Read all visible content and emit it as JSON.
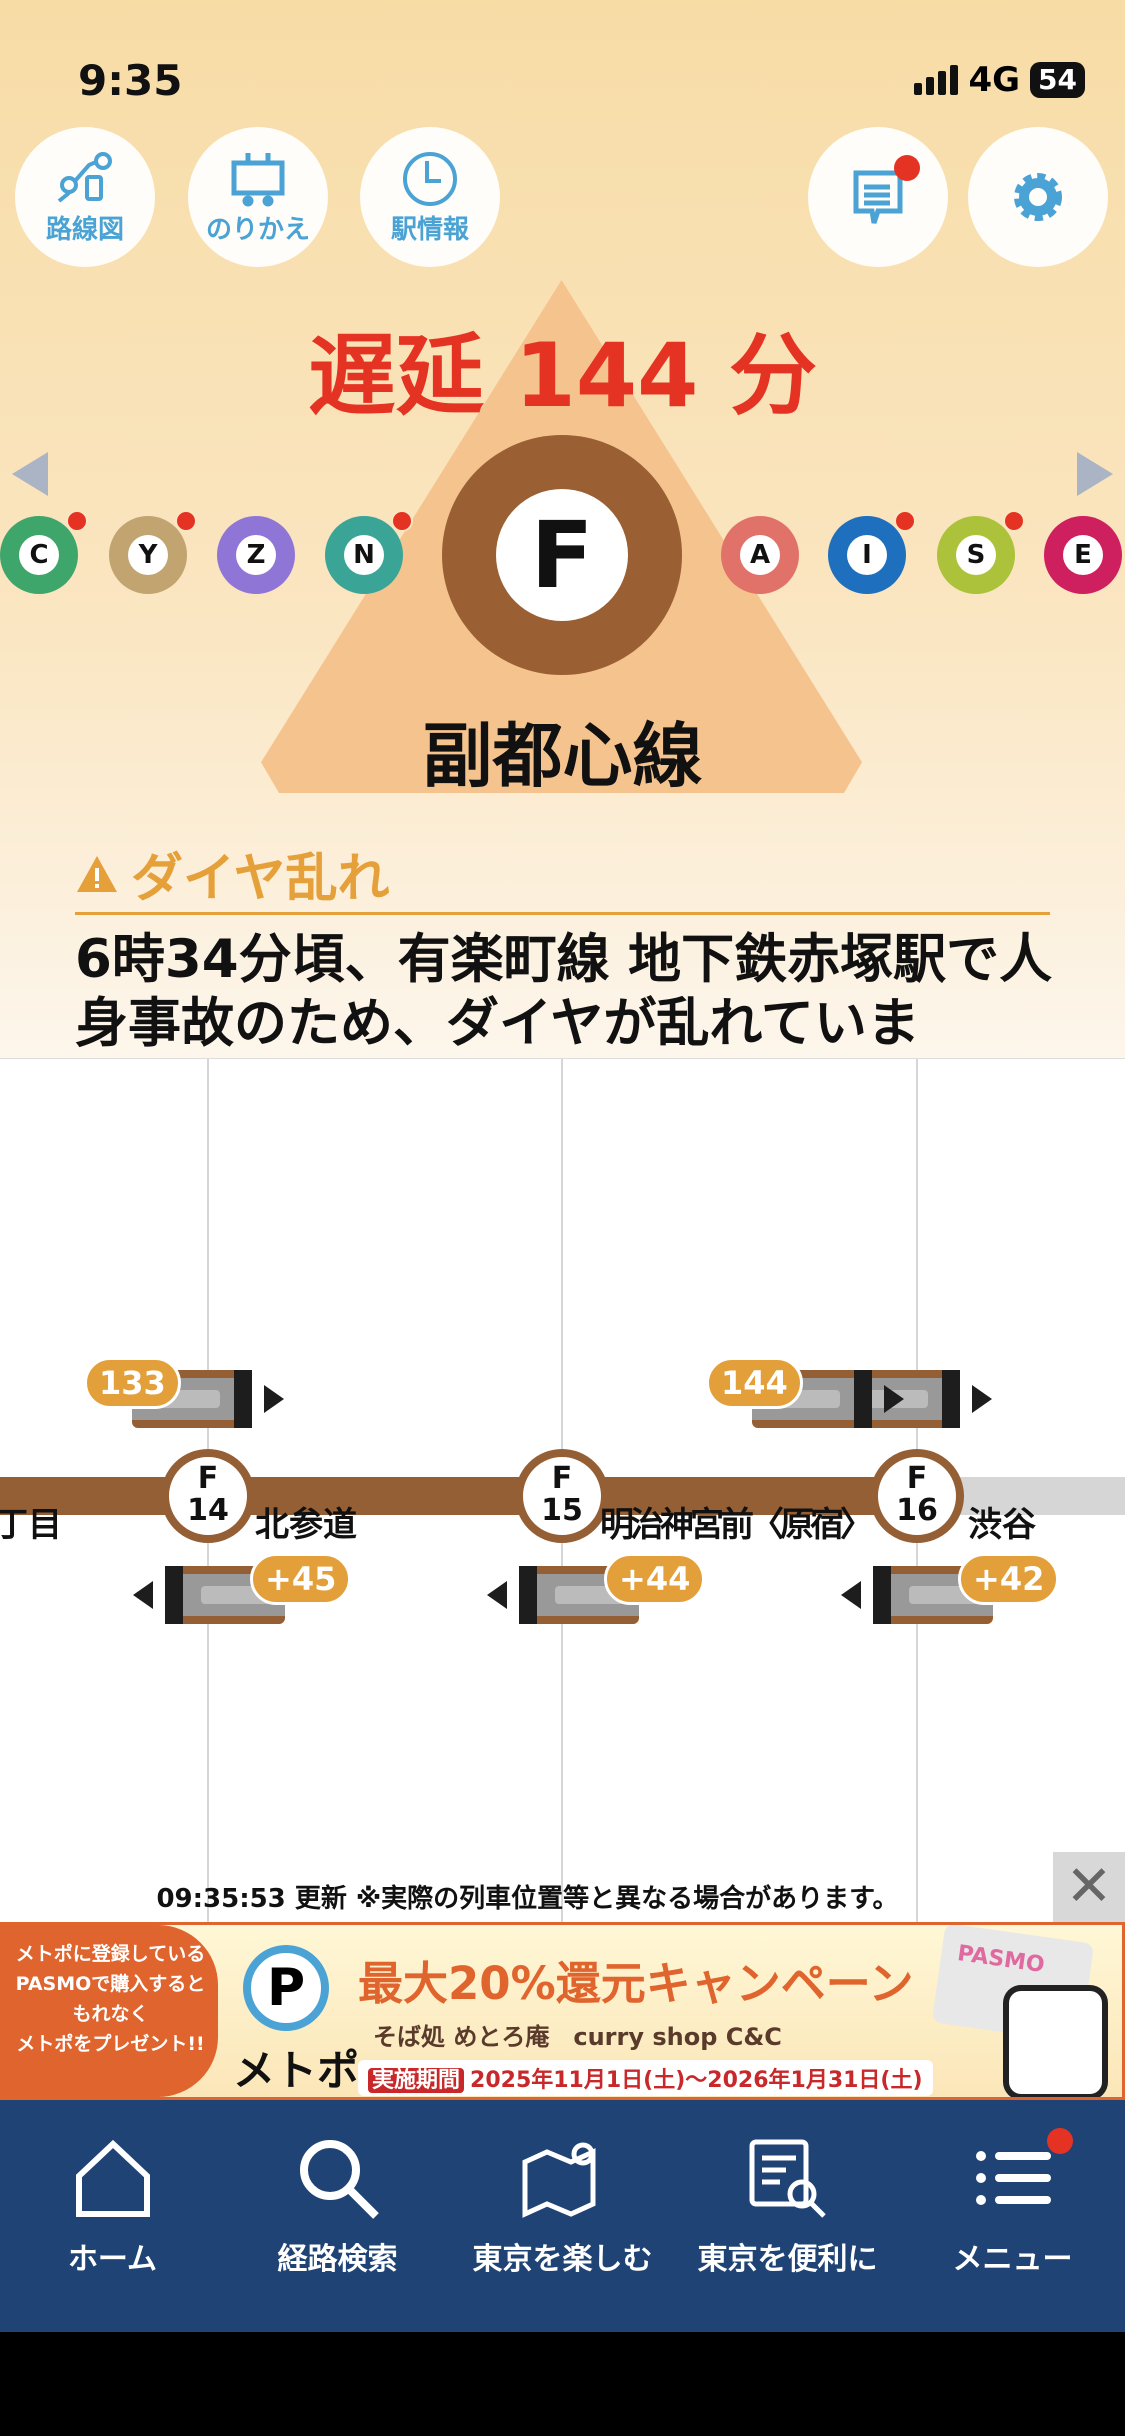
{
  "status_bar": {
    "time": "9:35",
    "network": "4G",
    "battery": "54"
  },
  "top_buttons": [
    {
      "label": "路線図",
      "icon": "route-map-icon"
    },
    {
      "label": "のりかえ",
      "icon": "transfer-train-icon"
    },
    {
      "label": "駅情報",
      "icon": "clock-icon"
    }
  ],
  "top_right": {
    "messages_icon": "chat-icon",
    "settings_icon": "gear-icon"
  },
  "delay_text": "遅延 144 分",
  "lines": [
    {
      "letter": "C",
      "color": "#3fa66b",
      "alert": true
    },
    {
      "letter": "Y",
      "color": "#c1a470",
      "alert": true
    },
    {
      "letter": "Z",
      "color": "#8f76d6",
      "alert": false
    },
    {
      "letter": "N",
      "color": "#3aa596",
      "alert": true
    },
    {
      "letter": "A",
      "color": "#e0726a",
      "alert": false
    },
    {
      "letter": "I",
      "color": "#1e6fbd",
      "alert": true
    },
    {
      "letter": "S",
      "color": "#abc23a",
      "alert": true
    },
    {
      "letter": "E",
      "color": "#ce1f5f",
      "alert": false
    }
  ],
  "current_line": {
    "letter": "F",
    "name": "副都心線",
    "color": "#9a5f33"
  },
  "alert": {
    "title": "ダイヤ乱れ",
    "message": "6時34分頃、有楽町線 地下鉄赤塚駅で人身事故のため、ダイヤが乱れていま"
  },
  "map": {
    "stations": [
      {
        "code": "F",
        "num": "14",
        "name": "北参道"
      },
      {
        "code": "F",
        "num": "15",
        "name": "明治神宮前〈原宿〉"
      },
      {
        "code": "F",
        "num": "16",
        "name": "渋谷"
      }
    ],
    "prev_station_fragment": "丁目",
    "trains_up": [
      "133",
      "144"
    ],
    "trains_down": [
      "+45",
      "+44",
      "+42"
    ],
    "updated": "09:35:53 更新 ※実際の列車位置等と異なる場合があります。"
  },
  "banner": {
    "left_text": [
      "メトポに登録している",
      "PASMOで購入すると",
      "もれなく",
      "メトポをプレゼント!!"
    ],
    "logo": "メトポ",
    "pin": "P",
    "headline": "最大20%還元キャンペーン",
    "shops": "そば処 めとろ庵　curry shop C&C",
    "period_label": "実施期間",
    "period": "2025年11月1日(土)〜2026年1月31日(土)",
    "card_text": "PASMO"
  },
  "nav": [
    {
      "label": "ホーム",
      "icon": "home-icon"
    },
    {
      "label": "経路検索",
      "icon": "search-icon"
    },
    {
      "label": "東京を楽しむ",
      "icon": "map-icon"
    },
    {
      "label": "東京を便利に",
      "icon": "document-search-icon"
    },
    {
      "label": "メニュー",
      "icon": "menu-icon"
    }
  ],
  "colors": {
    "delay": "#e53323",
    "accent": "#e5a03a",
    "nav": "#1f4374",
    "line_brown": "#955f35"
  }
}
